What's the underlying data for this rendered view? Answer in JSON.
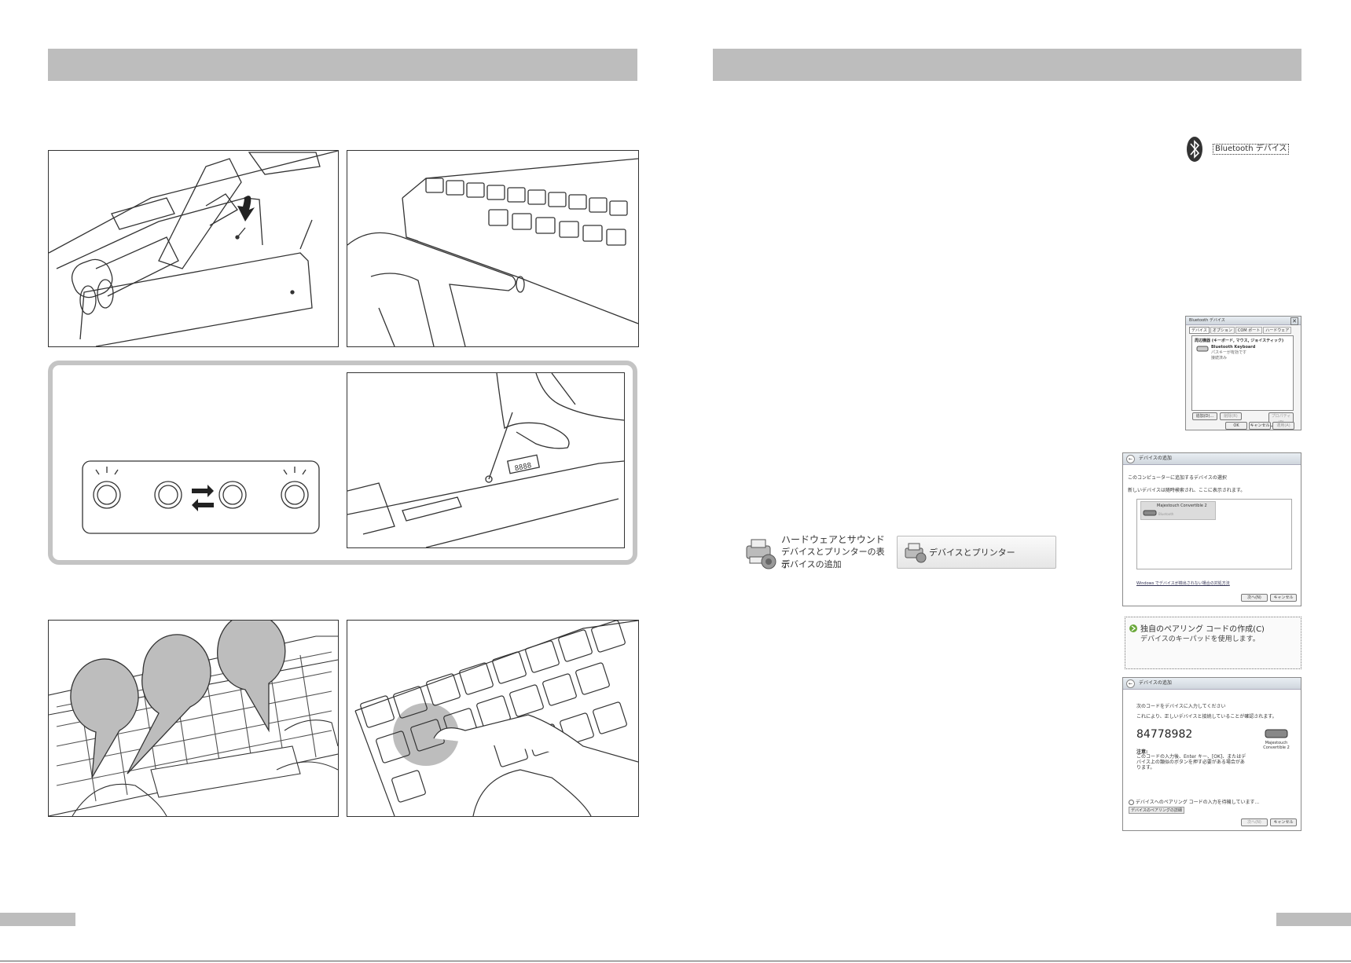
{
  "right_page": {
    "bluetooth_icon": {
      "icon": "bluetooth-icon",
      "label": "Bluetooth デバイス"
    },
    "bt_dialog": {
      "title": "Bluetooth デバイス",
      "tabs": [
        "デバイス",
        "オプション",
        "COM ポート",
        "ハードウェア"
      ],
      "group_header": "周辺機器 (キーボード, マウス, ジョイスティック)",
      "device_name": "Bluetooth Keyboard",
      "device_line2": "パスキーが有効です",
      "device_line3": "接続済み",
      "btn_add": "追加(D)...",
      "btn_remove": "削除(R)",
      "btn_props": "プロパティ(P)",
      "btn_ok": "OK",
      "btn_cancel": "キャンセル",
      "btn_apply": "適用(A)"
    },
    "control_panel": {
      "category_title": "ハードウェアとサウンド",
      "link_devices": "デバイスとプリンターの表示",
      "link_add": "デバイスの追加",
      "devices_button": "デバイスとプリンター"
    },
    "add_device_dialog": {
      "title": "デバイスの追加",
      "heading": "このコンピューターに追加するデバイスの選択",
      "subtext": "新しいデバイスは随時検索され、ここに表示されます。",
      "device_name": "Majestouch Convertible 2",
      "device_type": "Bluetooth",
      "footer_link": "Windows でデバイスが検出されない場合の対処方法",
      "btn_next": "次へ(N)",
      "btn_cancel": "キャンセル"
    },
    "pairing_option": {
      "title": "独自のペアリング コードの作成(C)",
      "subtitle": "デバイスのキーパッドを使用します。"
    },
    "pairing_dialog": {
      "title": "デバイスの追加",
      "heading": "次のコードをデバイスに入力してください",
      "subtext": "これにより、正しいデバイスと接続していることが確認されます。",
      "code": "84778982",
      "device_label": "Majestouch Convertible 2",
      "note_title": "注意:",
      "note_text": "このコードの入力後、Enter キー、[OK]、またはデバイス上の類似のボタンを押す必要がある場合があります。",
      "status": "デバイスへのペアリング コードの入力を待機しています...",
      "link": "デバイスのペアリングの詳細",
      "btn_next": "次へ(N)",
      "btn_cancel": "キャンセル"
    }
  },
  "left_page": {
    "dip_label": "8888"
  },
  "colors": {
    "band": "#bdbdbd",
    "frame": "#c4c4c4",
    "line": "#333333"
  }
}
